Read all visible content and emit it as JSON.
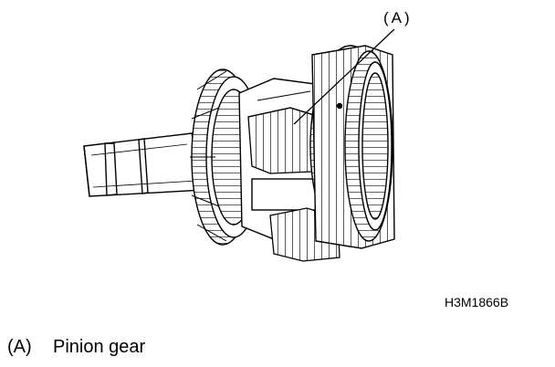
{
  "diagram": {
    "callout_label": "(A)",
    "figure_code": "H3M1866B",
    "legend": {
      "key": "(A)",
      "text": "Pinion gear"
    }
  }
}
